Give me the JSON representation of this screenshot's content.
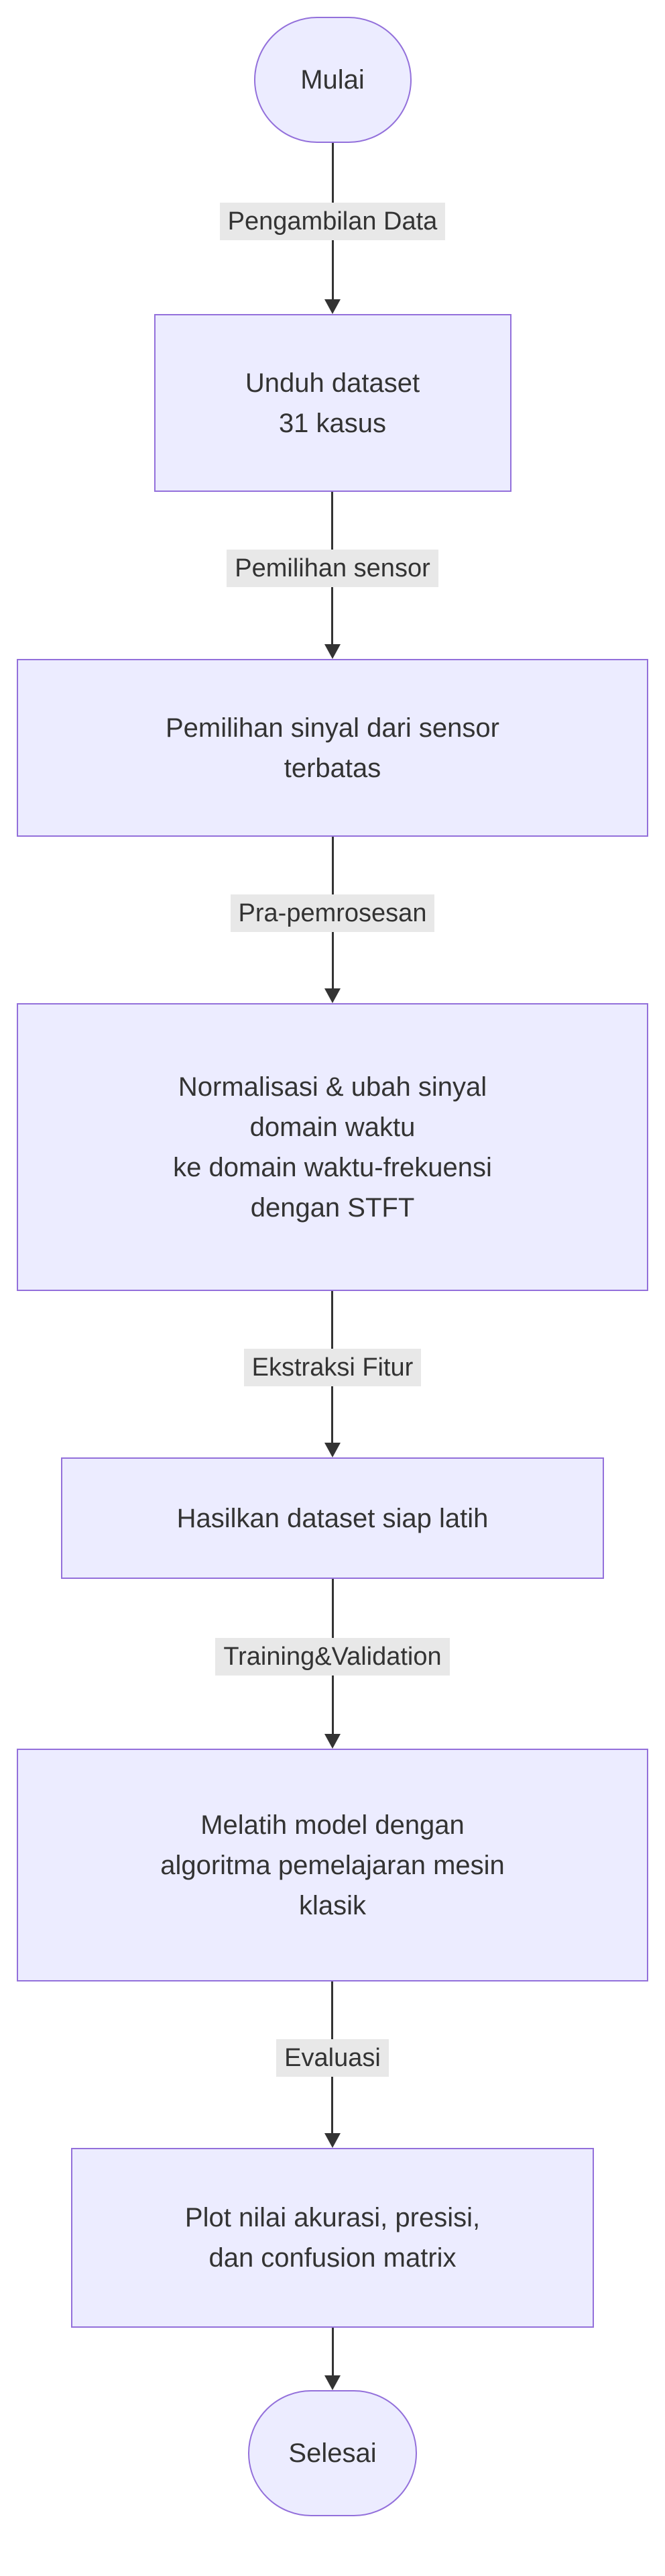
{
  "flow": {
    "start_node": {
      "label": "Mulai"
    },
    "end_node": {
      "label": "Selesai"
    },
    "edges": [
      {
        "label": "Pengambilan Data"
      },
      {
        "label": "Pemilihan sensor"
      },
      {
        "label": "Pra-pemrosesan"
      },
      {
        "label": "Ekstraksi Fitur"
      },
      {
        "label": "Training&Validation"
      },
      {
        "label": "Evaluasi"
      }
    ],
    "boxes": [
      {
        "lines": [
          "Unduh dataset",
          "31 kasus"
        ]
      },
      {
        "lines": [
          "Pemilihan sinyal dari sensor",
          "terbatas"
        ]
      },
      {
        "lines": [
          "Normalisasi & ubah sinyal",
          "domain waktu",
          "ke domain waktu-frekuensi",
          "dengan STFT"
        ]
      },
      {
        "lines": [
          "Hasilkan dataset siap latih"
        ]
      },
      {
        "lines": [
          "Melatih model dengan",
          "algoritma pemelajaran mesin",
          "klasik"
        ]
      },
      {
        "lines": [
          "Plot nilai akurasi, presisi,",
          "dan confusion matrix"
        ]
      }
    ],
    "colors": {
      "node_fill": "#ECECFF",
      "node_border": "#9370DB",
      "text": "#333333",
      "edge_line": "#333333",
      "edge_label_bg": "#e8e8e8"
    }
  }
}
